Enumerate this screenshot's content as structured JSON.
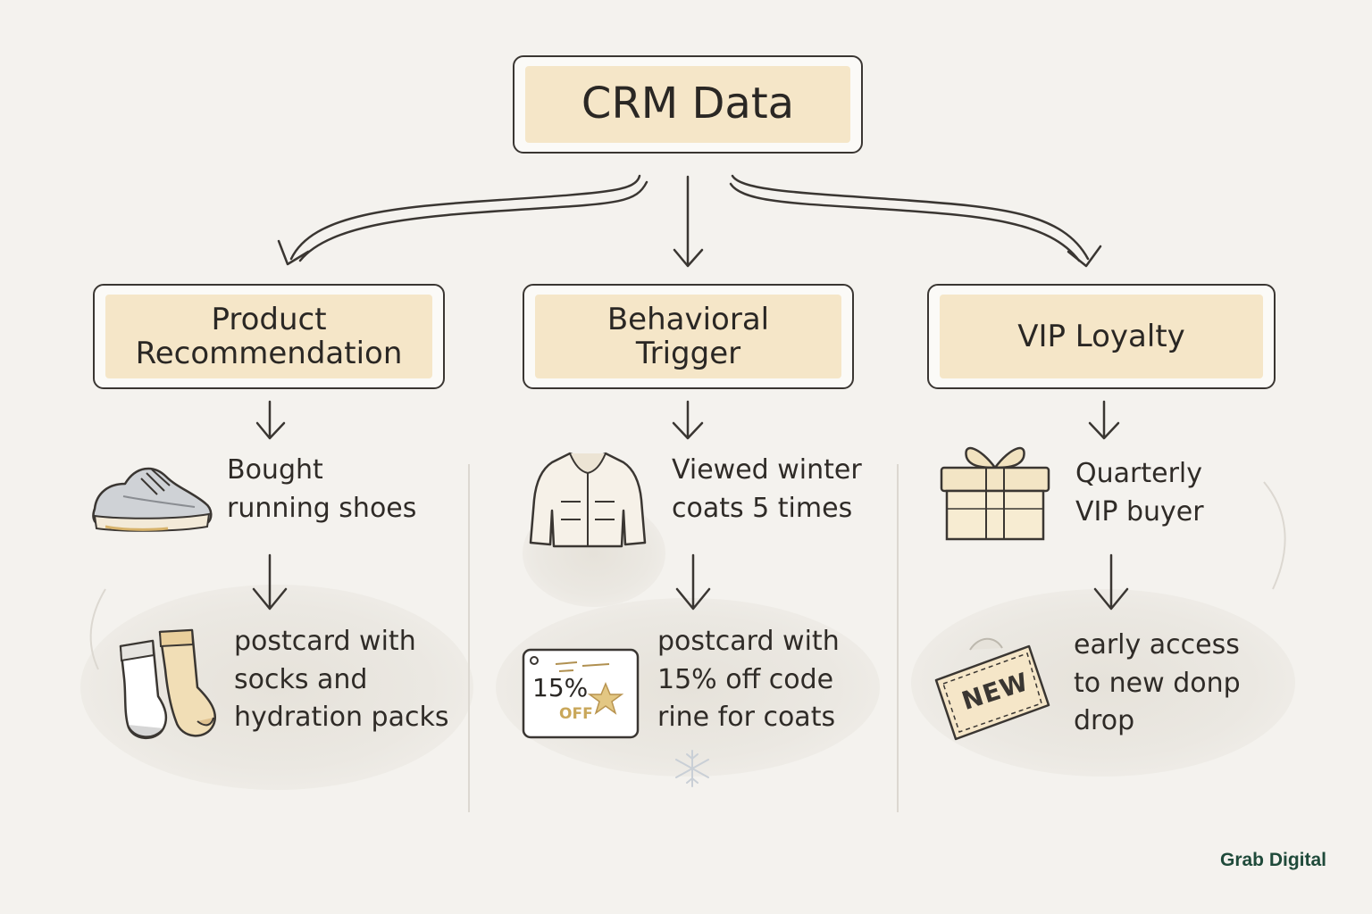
{
  "root": {
    "label": "CRM Data"
  },
  "branches": [
    {
      "title": "Product\nRecommendation",
      "trigger_icon": "running-shoe-icon",
      "trigger_text": "Bought\n running shoes",
      "result_icon": "socks-icon",
      "result_text": "postcard with\n socks and\n hydration packs"
    },
    {
      "title": "Behavioral\nTrigger",
      "trigger_icon": "winter-coat-icon",
      "trigger_text": "Viewed winter\n coats 5 times",
      "result_icon": "discount-postcard-icon",
      "result_text": "postcard with\n 15% off code\n rine for coats",
      "coupon": {
        "percent": "15%",
        "off": "OFF"
      }
    },
    {
      "title": "VIP Loyalty",
      "trigger_icon": "gift-box-icon",
      "trigger_text": "Quarterly\nVIP buyer",
      "result_icon": "new-tag-icon",
      "result_text": "early access\n to new donp\ndrop",
      "tag": "NEW"
    }
  ],
  "brand": "Grab Digital",
  "colors": {
    "box_fill": "#f5e6c8",
    "outline": "#3a3632",
    "background": "#f4f2ee",
    "brand": "#1f4a3a"
  }
}
